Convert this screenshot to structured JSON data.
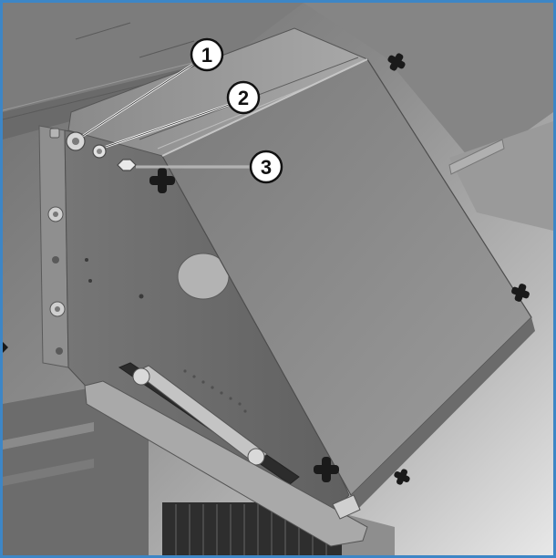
{
  "callouts": [
    {
      "number": "1",
      "part": "washer-large"
    },
    {
      "number": "2",
      "part": "washer-small"
    },
    {
      "number": "3",
      "part": "nut"
    }
  ],
  "colors": {
    "frame_border": "#3d86c6",
    "cover_face": "#8c8c8c",
    "panel_side": "#6f6f6f",
    "callout_fill": "#ffffff",
    "callout_stroke": "#111111"
  }
}
